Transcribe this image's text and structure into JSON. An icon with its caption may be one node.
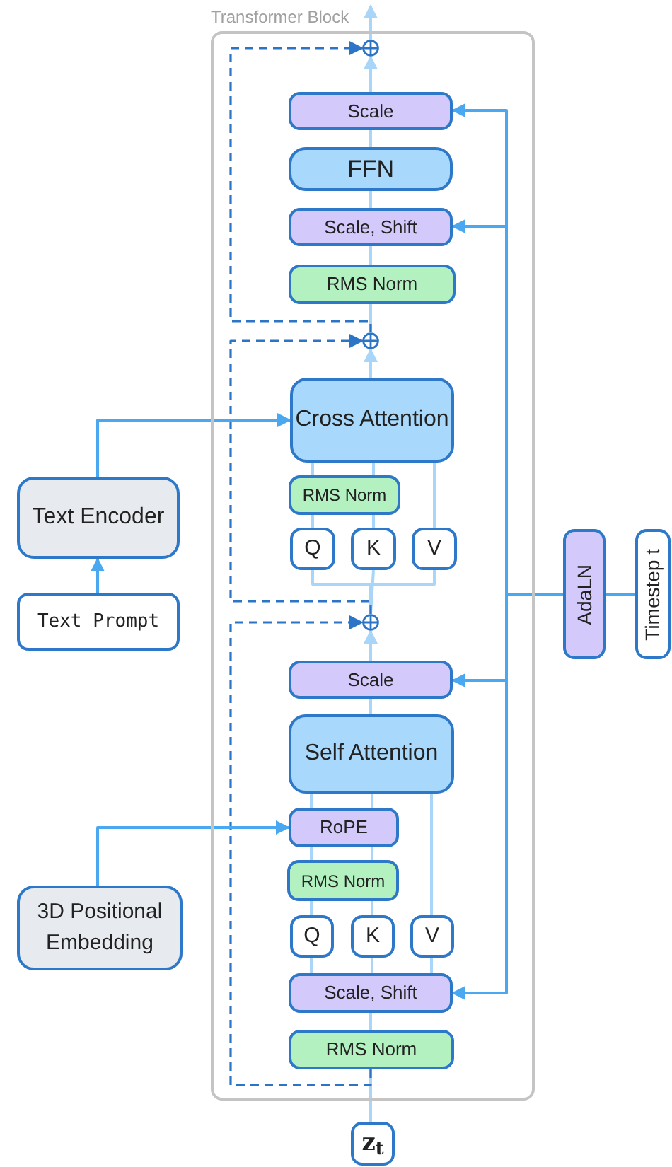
{
  "diagram": {
    "nodes": [
      {
        "text": [
          "Transformer Block"
        ]
      },
      {
        "text": [],
        "shape": "circle",
        "in": 0
      },
      {
        "text": [
          "Scale"
        ],
        "in": 0
      },
      {
        "text": [
          "FFN"
        ],
        "in": 0
      },
      {
        "text": [
          "Scale, Shift"
        ],
        "in": 0
      },
      {
        "text": [
          "RMS Norm"
        ],
        "in": 0
      },
      {
        "text": [],
        "shape": "circle",
        "in": 0
      },
      {
        "text": [
          "Cross Attention"
        ],
        "in": 0
      },
      {
        "text": [
          "RMS Norm"
        ],
        "in": 0
      },
      {
        "text": [
          "Q"
        ],
        "in": 0
      },
      {
        "text": [
          "K"
        ],
        "in": 0
      },
      {
        "text": [
          "V"
        ],
        "in": 0
      },
      {
        "text": [],
        "shape": "circle",
        "in": 0
      },
      {
        "text": [
          "Scale"
        ],
        "in": 0
      },
      {
        "text": [
          "Self Attention"
        ],
        "in": 0
      },
      {
        "text": [
          "RoPE"
        ],
        "in": 0
      },
      {
        "text": [
          "RMS Norm"
        ],
        "in": 0
      },
      {
        "text": [
          "Q"
        ],
        "in": 0
      },
      {
        "text": [
          "K"
        ],
        "in": 0
      },
      {
        "text": [
          "V"
        ],
        "in": 0
      },
      {
        "text": [
          "Scale, Shift"
        ],
        "in": 0
      },
      {
        "text": [
          "RMS Norm"
        ],
        "in": 0
      },
      {
        "text": [
          "Text Encoder"
        ]
      },
      {
        "text": [
          "Text Prompt"
        ]
      },
      {
        "text": [
          "3D Positional Embedding"
        ]
      },
      {
        "text": [
          "AdaLN"
        ]
      },
      {
        "text": [
          "Timestep t"
        ]
      },
      {
        "text": [
          "z$_{t}$"
        ]
      }
    ],
    "edges": [
      {
        "from": 27,
        "to": 21,
        "arrow": "none"
      },
      {
        "from": 21,
        "to": 20,
        "arrow": "none"
      },
      {
        "from": 20,
        "to": 17,
        "arrow": "none"
      },
      {
        "from": 20,
        "to": 18,
        "arrow": "none"
      },
      {
        "from": 20,
        "to": 19,
        "arrow": "none"
      },
      {
        "from": 17,
        "to": 16,
        "arrow": "none"
      },
      {
        "from": 18,
        "to": 16,
        "arrow": "none"
      },
      {
        "from": 19,
        "to": 14,
        "arrow": "none"
      },
      {
        "from": 16,
        "to": 15,
        "arrow": "none"
      },
      {
        "from": 16,
        "to": 15,
        "arrow": "none"
      },
      {
        "from": 15,
        "to": 14,
        "arrow": "none"
      },
      {
        "from": 15,
        "to": 14,
        "arrow": "none"
      },
      {
        "from": 14,
        "to": 13,
        "arrow": "none"
      },
      {
        "from": 13,
        "to": 12,
        "arrow": "to"
      },
      {
        "from": 12,
        "to": 9,
        "arrow": "none"
      },
      {
        "from": 12,
        "to": 10,
        "arrow": "none"
      },
      {
        "from": 12,
        "to": 11,
        "arrow": "none"
      },
      {
        "from": 9,
        "to": 8,
        "arrow": "none"
      },
      {
        "from": 10,
        "to": 8,
        "arrow": "none"
      },
      {
        "from": 11,
        "to": 7,
        "arrow": "none"
      },
      {
        "from": 8,
        "to": 7,
        "arrow": "none"
      },
      {
        "from": 8,
        "to": 7,
        "arrow": "none"
      },
      {
        "from": 7,
        "to": 6,
        "arrow": "to"
      },
      {
        "from": 6,
        "to": 5,
        "arrow": "none"
      },
      {
        "from": 5,
        "to": 4,
        "arrow": "none"
      },
      {
        "from": 4,
        "to": 3,
        "arrow": "none"
      },
      {
        "from": 3,
        "to": 2,
        "arrow": "none"
      },
      {
        "from": 2,
        "to": 1,
        "arrow": "to"
      },
      {
        "from": 1,
        "to": null,
        "arrow": "to"
      },
      {
        "from": 21,
        "to": 12,
        "arrow": "to",
        "style": "dashed",
        "color": "#2b74c6"
      },
      {
        "from": 12,
        "to": 6,
        "arrow": "to",
        "style": "dashed",
        "color": "#2b74c6"
      },
      {
        "from": 6,
        "to": 1,
        "arrow": "to",
        "style": "dashed",
        "color": "#2b74c6"
      },
      {
        "from": 23,
        "to": 22,
        "arrow": "to",
        "color": "#4aa8f0"
      },
      {
        "from": 22,
        "to": 7,
        "arrow": "to",
        "color": "#4aa8f0"
      },
      {
        "from": 24,
        "to": 15,
        "arrow": "to",
        "color": "#4aa8f0"
      },
      {
        "from": 26,
        "to": 25,
        "arrow": "none",
        "color": "#4aa8f0"
      },
      {
        "from": 25,
        "to": 2,
        "arrow": "to",
        "color": "#4aa8f0"
      },
      {
        "from": 25,
        "to": 4,
        "arrow": "to",
        "color": "#4aa8f0"
      },
      {
        "from": 25,
        "to": 13,
        "arrow": "to",
        "color": "#4aa8f0"
      },
      {
        "from": 25,
        "to": 20,
        "arrow": "to",
        "color": "#4aa8f0"
      }
    ]
  }
}
